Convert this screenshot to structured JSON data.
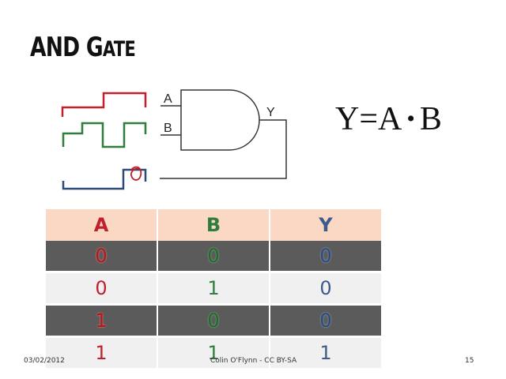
{
  "slide": {
    "title_big": "AND G",
    "title_small": "ATE",
    "equation": {
      "lhs": "Y=A",
      "op": "•",
      "rhs": "B"
    }
  },
  "gate": {
    "input_a": "A",
    "input_b": "B",
    "output": "Y"
  },
  "colors": {
    "signal_a": "#c0202a",
    "signal_b": "#2e7d3c",
    "signal_y": "#2a4a7a",
    "header_bg": "#fad8c4"
  },
  "truth_table": {
    "headers": [
      "A",
      "B",
      "Y"
    ],
    "rows": [
      [
        "0",
        "0",
        "0"
      ],
      [
        "0",
        "1",
        "0"
      ],
      [
        "1",
        "0",
        "0"
      ],
      [
        "1",
        "1",
        "1"
      ]
    ]
  },
  "footer": {
    "date": "03/02/2012",
    "author": "Colin O'Flynn - CC BY-SA",
    "page": "15"
  }
}
